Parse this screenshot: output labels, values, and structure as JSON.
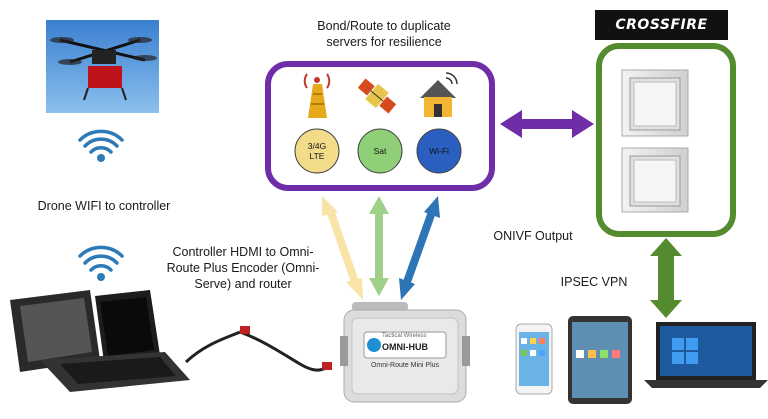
{
  "labels": {
    "bond_route": "Bond/Route to duplicate servers for resilience",
    "drone_wifi": "Drone WIFI to controller",
    "controller_hdmi": "Controller HDMI to Omni-Route Plus Encoder (Omni-Serve) and router",
    "onivf": "ONIVF Output",
    "ipsec": "IPSEC VPN"
  },
  "logo": {
    "crossfire": "CROSSFIRE"
  },
  "links": [
    {
      "label": "3/4G LTE",
      "color": "#f2dc8a"
    },
    {
      "label": "Sat",
      "color": "#8fcf78"
    },
    {
      "label": "Wi-Fi",
      "color": "#2a5fc0"
    }
  ],
  "device": {
    "brand": "Tactical Wireless",
    "name": "OMNI-HUB",
    "model": "Omni-Route Mini Plus"
  },
  "colors": {
    "purple": "#6f2da8",
    "green": "#558b2f",
    "yellow_arrow": "#f7e4a6",
    "green_arrow": "#9fd18a",
    "blue_arrow": "#2e75b6"
  }
}
